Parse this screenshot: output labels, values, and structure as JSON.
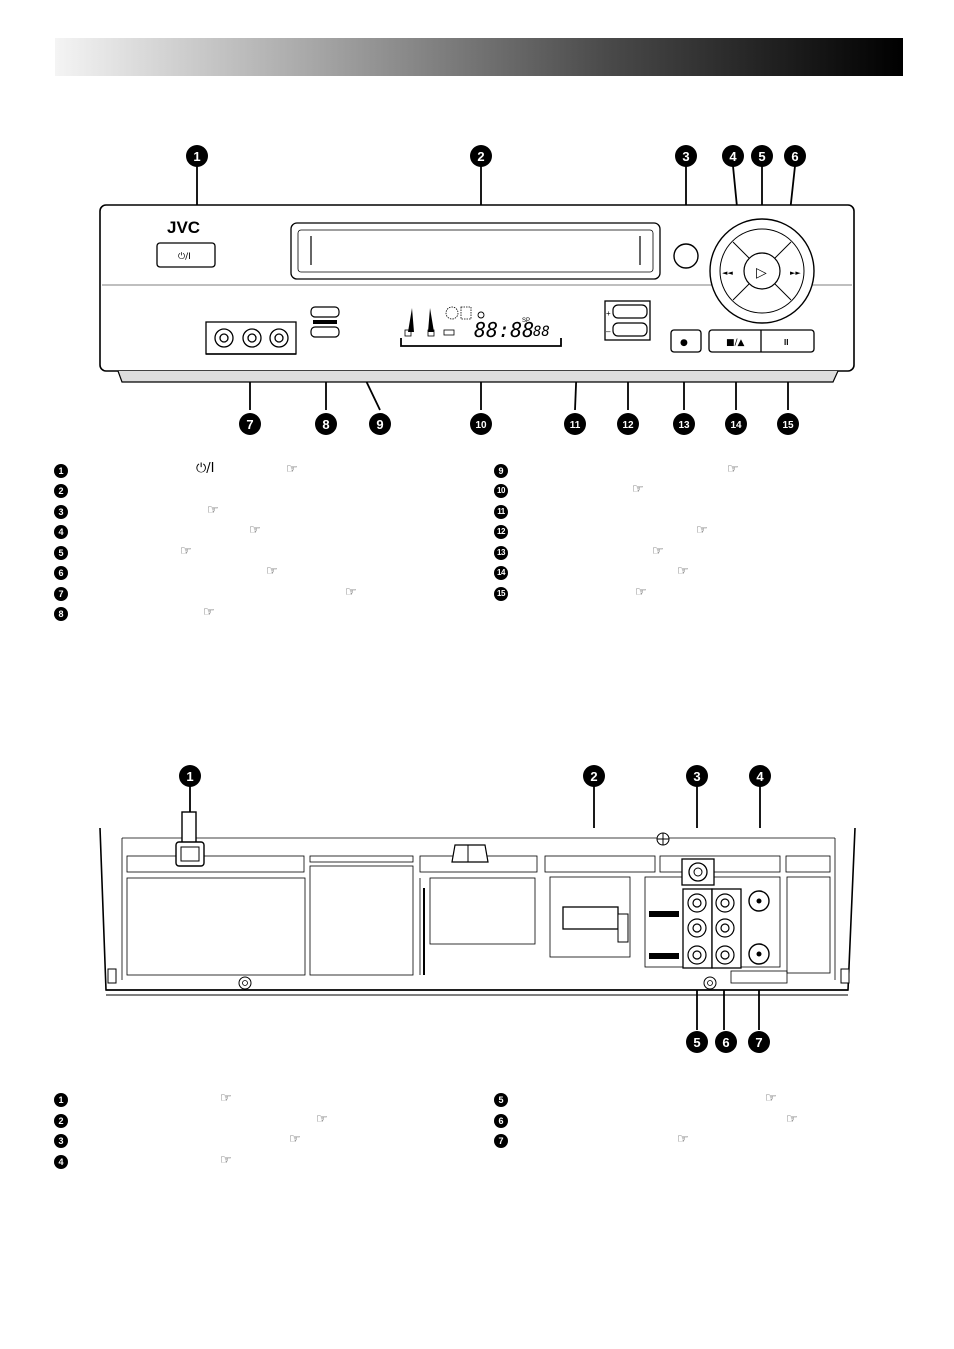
{
  "front": {
    "brand": "JVC",
    "power_button_label": "⏻/I",
    "callouts": [
      "1",
      "2",
      "3",
      "4",
      "5",
      "6",
      "7",
      "8",
      "9",
      "10",
      "11",
      "12",
      "13",
      "14",
      "15"
    ],
    "display_digits": "88:88",
    "display_small": "88",
    "display_sp": "SP",
    "button_stop_eject": "■/▲",
    "button_pause": "II",
    "button_record": "●",
    "channel_plus": "+",
    "channel_minus": "–",
    "rew_symbol": "◄◄",
    "ff_symbol": "►►",
    "play_symbol": "▷"
  },
  "front_legend": {
    "left": [
      {
        "n": "1",
        "power_symbol": "⏻/I",
        "ref": "☞"
      },
      {
        "n": "2",
        "ref": ""
      },
      {
        "n": "3",
        "ref": "☞"
      },
      {
        "n": "4",
        "ref": "☞"
      },
      {
        "n": "5",
        "ref": "☞"
      },
      {
        "n": "6",
        "ref": "☞"
      },
      {
        "n": "7",
        "ref": "☞"
      },
      {
        "n": "8",
        "ref": "☞"
      }
    ],
    "right": [
      {
        "n": "9",
        "ref": "☞"
      },
      {
        "n": "10",
        "ref": "☞"
      },
      {
        "n": "11",
        "ref": ""
      },
      {
        "n": "12",
        "ref": "☞"
      },
      {
        "n": "13",
        "ref": "☞"
      },
      {
        "n": "14",
        "ref": "☞"
      },
      {
        "n": "15",
        "ref": "☞"
      }
    ]
  },
  "rear": {
    "callouts": [
      "1",
      "2",
      "3",
      "4",
      "5",
      "6",
      "7"
    ]
  },
  "rear_legend": {
    "left": [
      {
        "n": "1",
        "ref": "☞"
      },
      {
        "n": "2",
        "ref": "☞"
      },
      {
        "n": "3",
        "ref": "☞"
      },
      {
        "n": "4",
        "ref": "☞"
      }
    ],
    "right": [
      {
        "n": "5",
        "ref": "☞"
      },
      {
        "n": "6",
        "ref": "☞"
      },
      {
        "n": "7",
        "ref": "☞"
      }
    ]
  }
}
